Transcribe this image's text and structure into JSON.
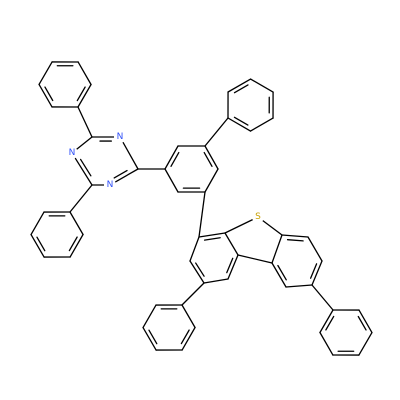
{
  "molecule": {
    "atoms": [
      {
        "id": "N1",
        "symbol": "N",
        "color": "#3050f8"
      },
      {
        "id": "N2",
        "symbol": "N",
        "color": "#3050f8"
      },
      {
        "id": "N3",
        "symbol": "N",
        "color": "#3050f8"
      },
      {
        "id": "S1",
        "symbol": "S",
        "color": "#c8a000"
      }
    ],
    "bond_color": "#000000",
    "background": "#ffffff"
  }
}
